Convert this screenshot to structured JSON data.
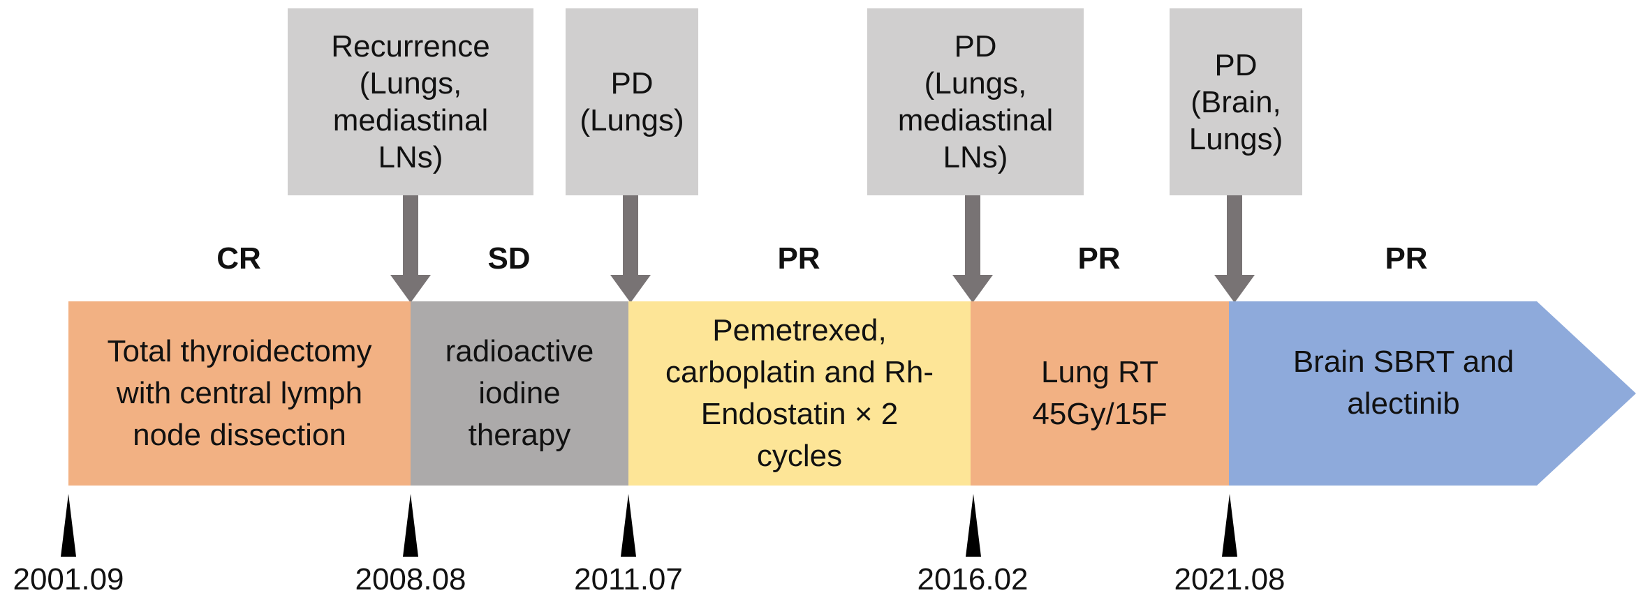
{
  "events": [
    {
      "label": "Recurrence\n(Lungs,\nmediastinal\nLNs)"
    },
    {
      "label": "PD\n(Lungs)"
    },
    {
      "label": "PD\n(Lungs,\nmediastinal\nLNs)"
    },
    {
      "label": "PD\n(Brain,\nLungs)"
    }
  ],
  "responses": [
    "CR",
    "SD",
    "PR",
    "PR",
    "PR"
  ],
  "phases": [
    {
      "label": "Total thyroidectomy\nwith central lymph\nnode dissection",
      "color": "#f2b183"
    },
    {
      "label": "radioactive\niodine\ntherapy",
      "color": "#acaaaa"
    },
    {
      "label": "Pemetrexed,\ncarboplatin and Rh-\nEndostatin × 2\ncycles",
      "color": "#fde597"
    },
    {
      "label": "Lung RT\n45Gy/15F",
      "color": "#f2b183"
    },
    {
      "label": "Brain SBRT and\nalectinib",
      "color": "#8eaadb"
    }
  ],
  "dates": [
    "2001.09",
    "2008.08",
    "2011.07",
    "2016.02",
    "2021.08"
  ],
  "colors": {
    "event_box": "#d0cfcf",
    "arrow": "#787374",
    "tick": "#000000"
  }
}
